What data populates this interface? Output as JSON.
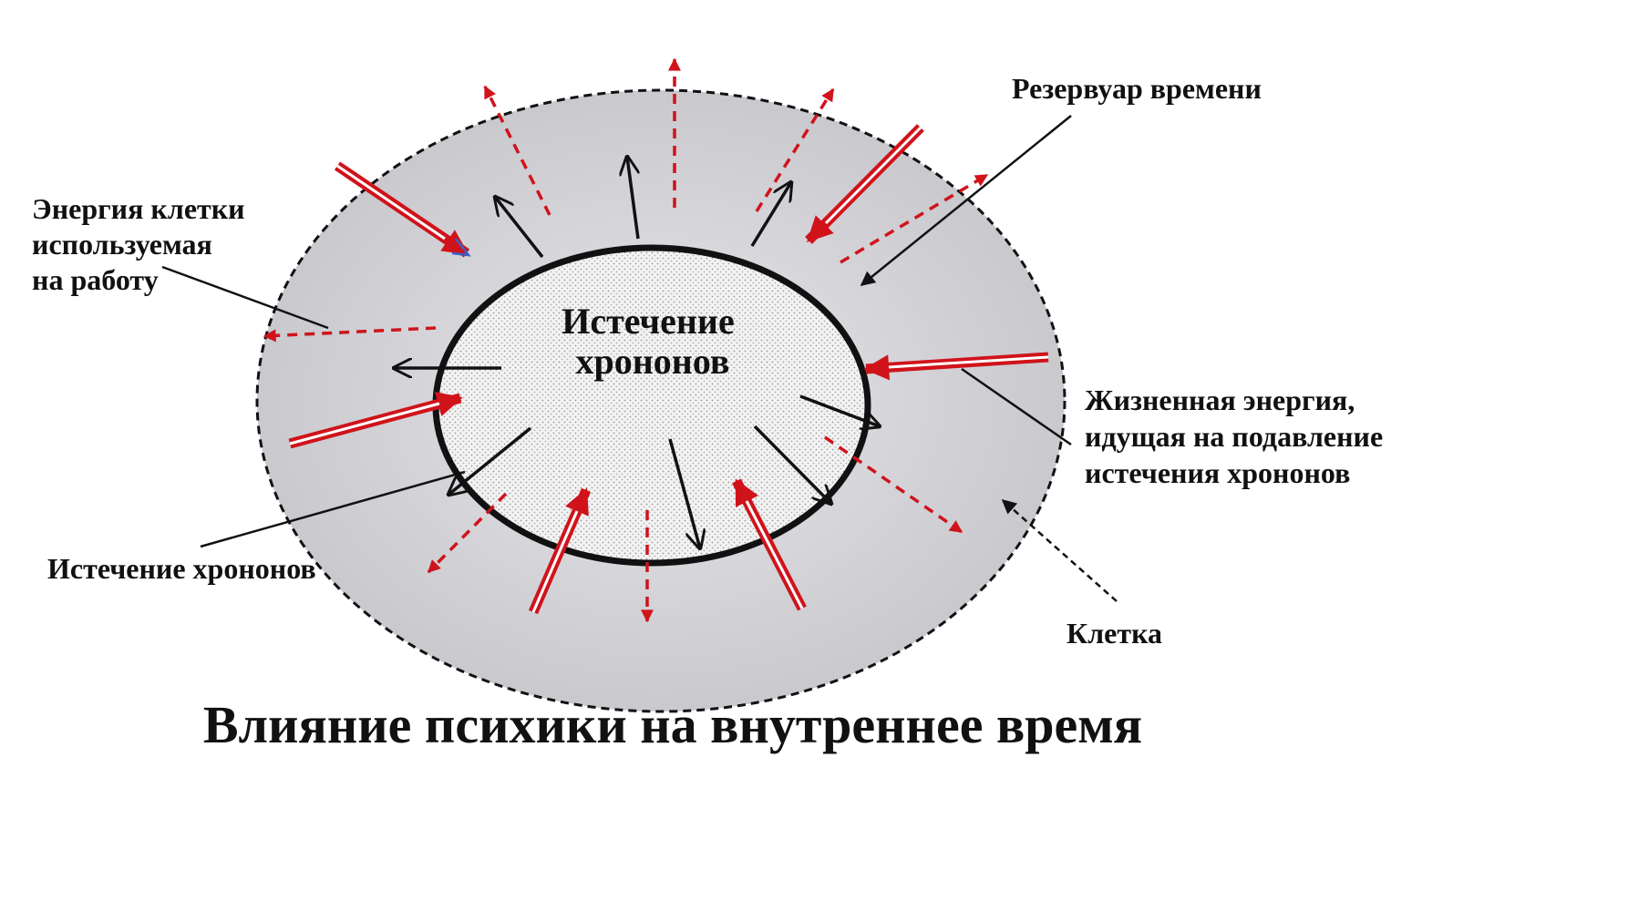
{
  "diagram": {
    "center_label_lines": [
      "Истечение",
      "хрононов"
    ],
    "title": "Влияние психики на внутреннее время",
    "labels": {
      "reservoir": "Резервуар времени",
      "cell_energy_lines": [
        "Энергия клетки",
        "используемая",
        "на работу"
      ],
      "vital_energy_lines": [
        "Жизненная энергия,",
        "идущая на подавление",
        "истечения хрононов"
      ],
      "chronon_outflow": "Истечение хрононов",
      "cell": "Клетка"
    }
  },
  "colors": {
    "background": "#ffffff",
    "outer_fill": "#c9c9ce",
    "inner_fill": "#f1f1f1",
    "stroke": "#111111",
    "red_arrow": "#d0131b",
    "accent_blue": "#3a5fc8"
  }
}
